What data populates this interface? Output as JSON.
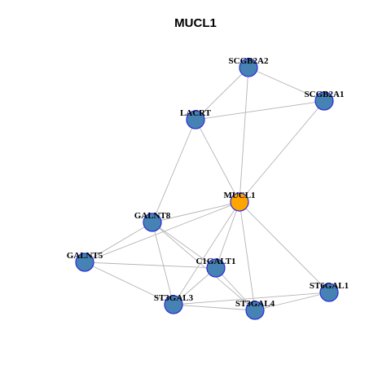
{
  "title": "MUCL1",
  "colors": {
    "node": "#4682b4",
    "center": "#ffa500",
    "node_border": "#2b2bd6",
    "edge": "#b4b4b4"
  },
  "nodes": [
    {
      "id": "SCGB2A2",
      "label": "SCGB2A2",
      "center": false
    },
    {
      "id": "SCGB2A1",
      "label": "SCGB2A1",
      "center": false
    },
    {
      "id": "LACRT",
      "label": "LACRT",
      "center": false
    },
    {
      "id": "MUCL1",
      "label": "MUCL1",
      "center": true
    },
    {
      "id": "GALNT8",
      "label": "GALNT8",
      "center": false
    },
    {
      "id": "GALNT5",
      "label": "GALNT5",
      "center": false
    },
    {
      "id": "C1GALT1",
      "label": "C1GALT1",
      "center": false
    },
    {
      "id": "ST6GAL1",
      "label": "ST6GAL1",
      "center": false
    },
    {
      "id": "ST3GAL3",
      "label": "ST3GAL3",
      "center": false
    },
    {
      "id": "ST3GAL4",
      "label": "ST3GAL4",
      "center": false
    }
  ],
  "edges": [
    [
      "SCGB2A2",
      "SCGB2A1"
    ],
    [
      "SCGB2A2",
      "LACRT"
    ],
    [
      "SCGB2A2",
      "MUCL1"
    ],
    [
      "SCGB2A1",
      "LACRT"
    ],
    [
      "SCGB2A1",
      "MUCL1"
    ],
    [
      "LACRT",
      "MUCL1"
    ],
    [
      "LACRT",
      "GALNT8"
    ],
    [
      "MUCL1",
      "GALNT8"
    ],
    [
      "MUCL1",
      "GALNT5"
    ],
    [
      "MUCL1",
      "C1GALT1"
    ],
    [
      "MUCL1",
      "ST3GAL3"
    ],
    [
      "MUCL1",
      "ST3GAL4"
    ],
    [
      "MUCL1",
      "ST6GAL1"
    ],
    [
      "GALNT8",
      "GALNT5"
    ],
    [
      "GALNT8",
      "C1GALT1"
    ],
    [
      "GALNT8",
      "ST3GAL3"
    ],
    [
      "GALNT8",
      "ST3GAL4"
    ],
    [
      "GALNT5",
      "C1GALT1"
    ],
    [
      "GALNT5",
      "ST3GAL3"
    ],
    [
      "C1GALT1",
      "ST3GAL3"
    ],
    [
      "C1GALT1",
      "ST3GAL4"
    ],
    [
      "ST3GAL3",
      "ST3GAL4"
    ],
    [
      "ST3GAL3",
      "ST6GAL1"
    ],
    [
      "ST3GAL4",
      "ST6GAL1"
    ]
  ]
}
